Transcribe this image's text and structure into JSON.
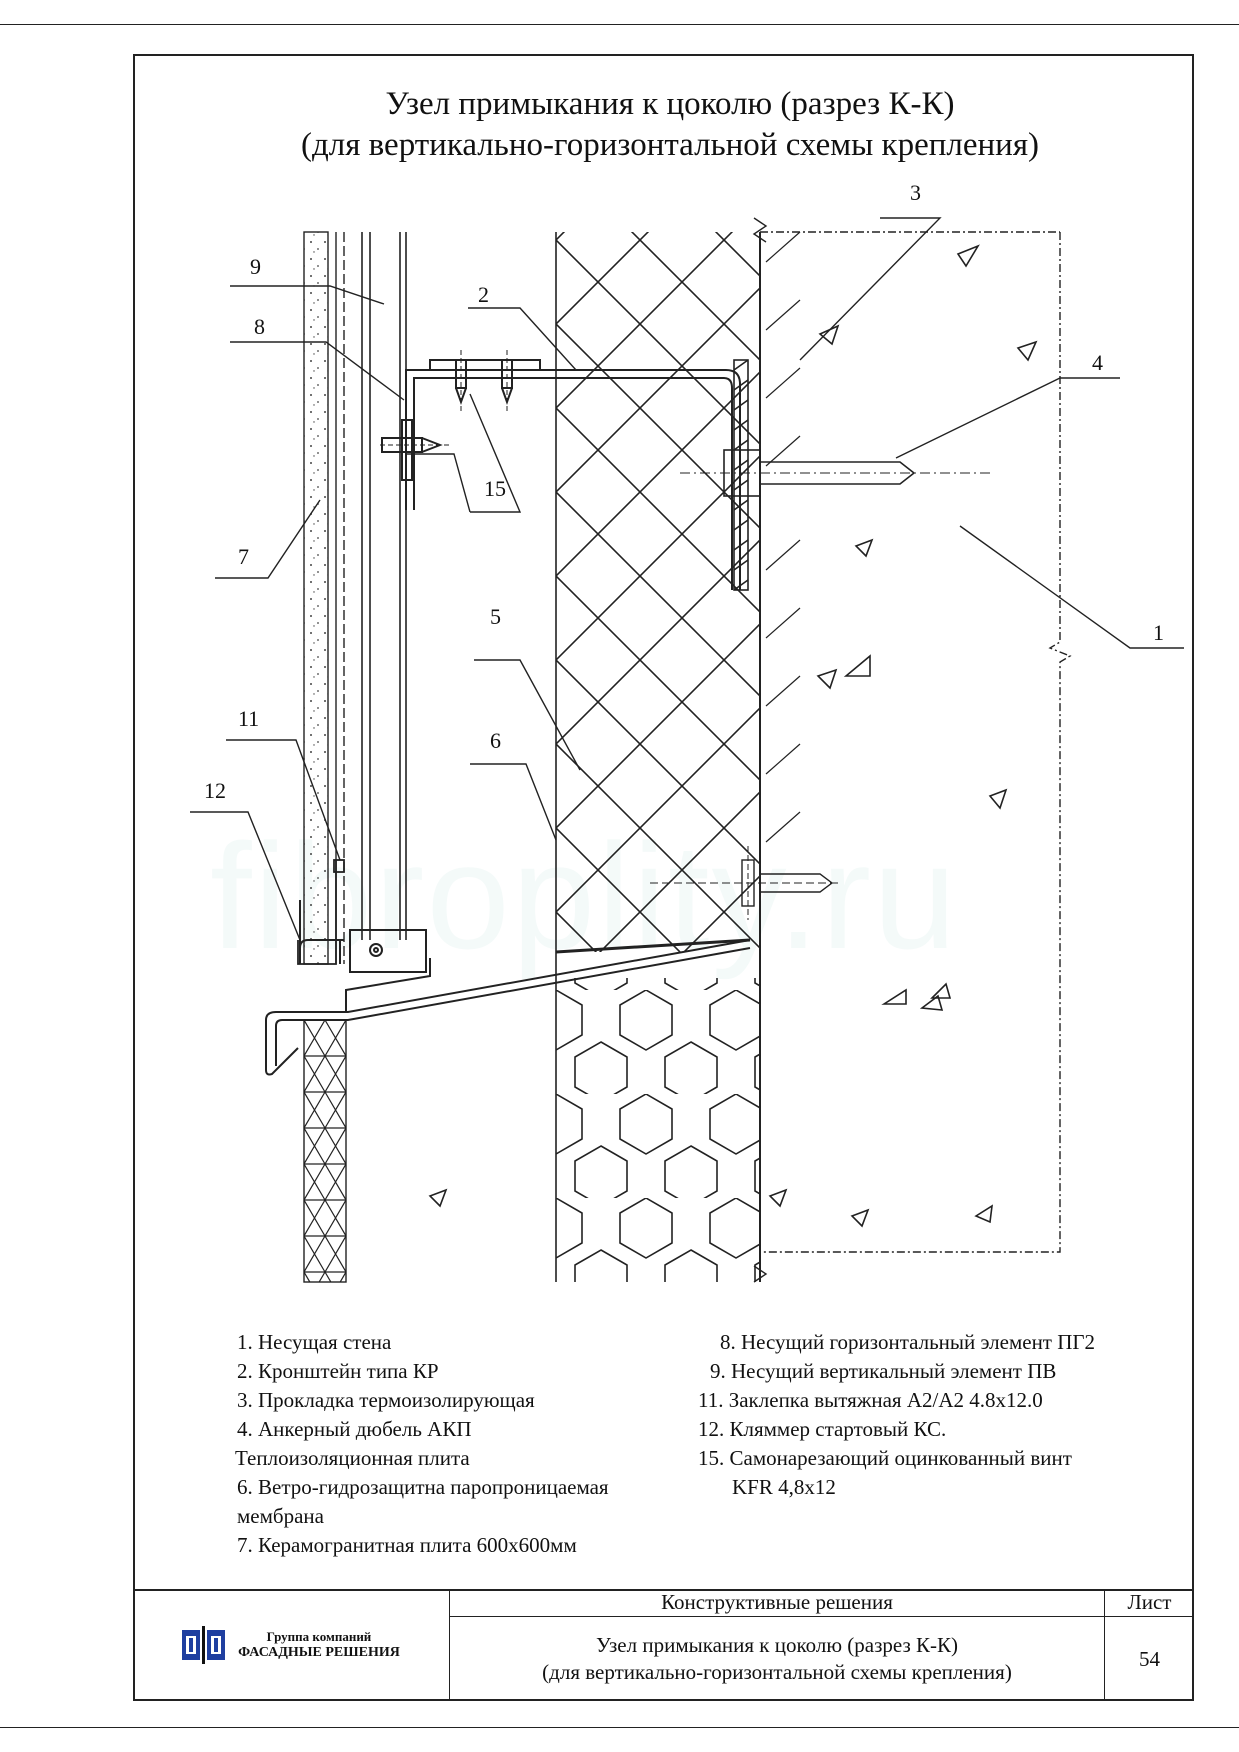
{
  "title": {
    "line1": "Узел примыкания к цоколю (разрез К-К)",
    "line2": "(для вертикально-горизонтальной схемы крепления)"
  },
  "callouts": [
    "1",
    "2",
    "3",
    "4",
    "5",
    "6",
    "7",
    "8",
    "9",
    "11",
    "12",
    "15"
  ],
  "legend_left": [
    "1. Несущая стена",
    "2. Кронштейн типа КР",
    "3. Прокладка термоизолирующая",
    "4. Анкерный дюбель АКП",
    "Теплоизоляционная плита",
    "6. Ветро-гидрозащитна паропроницаемая",
    "мембрана",
    "7. Керамогранитная плита 600х600мм"
  ],
  "legend_right": [
    "8. Несущий горизонтальный элемент ПГ2",
    "9. Несущий вертикальный элемент ПВ",
    "11. Заклепка вытяжная А2/А2 4.8х12.0",
    "12. Кляммер стартовый КС.",
    "15. Самонарезающий оцинкованный винт",
    "KFR 4,8х12"
  ],
  "stamp": {
    "company_line1": "Группа компаний",
    "company_line2": "ФАСАДНЫЕ РЕШЕНИЯ",
    "section": "Конструктивные решения",
    "sheet_label": "Лист",
    "sheet_number": "54",
    "title_line1": "Узел примыкания к цоколю (разрез К-К)",
    "title_line2": "(для вертикально-горизонтальной схемы крепления)"
  },
  "watermark": "fibroplity.ru",
  "colors": {
    "line": "#222222",
    "watermark": "#3caaa0",
    "logo_blue": "#1f3fa0"
  }
}
